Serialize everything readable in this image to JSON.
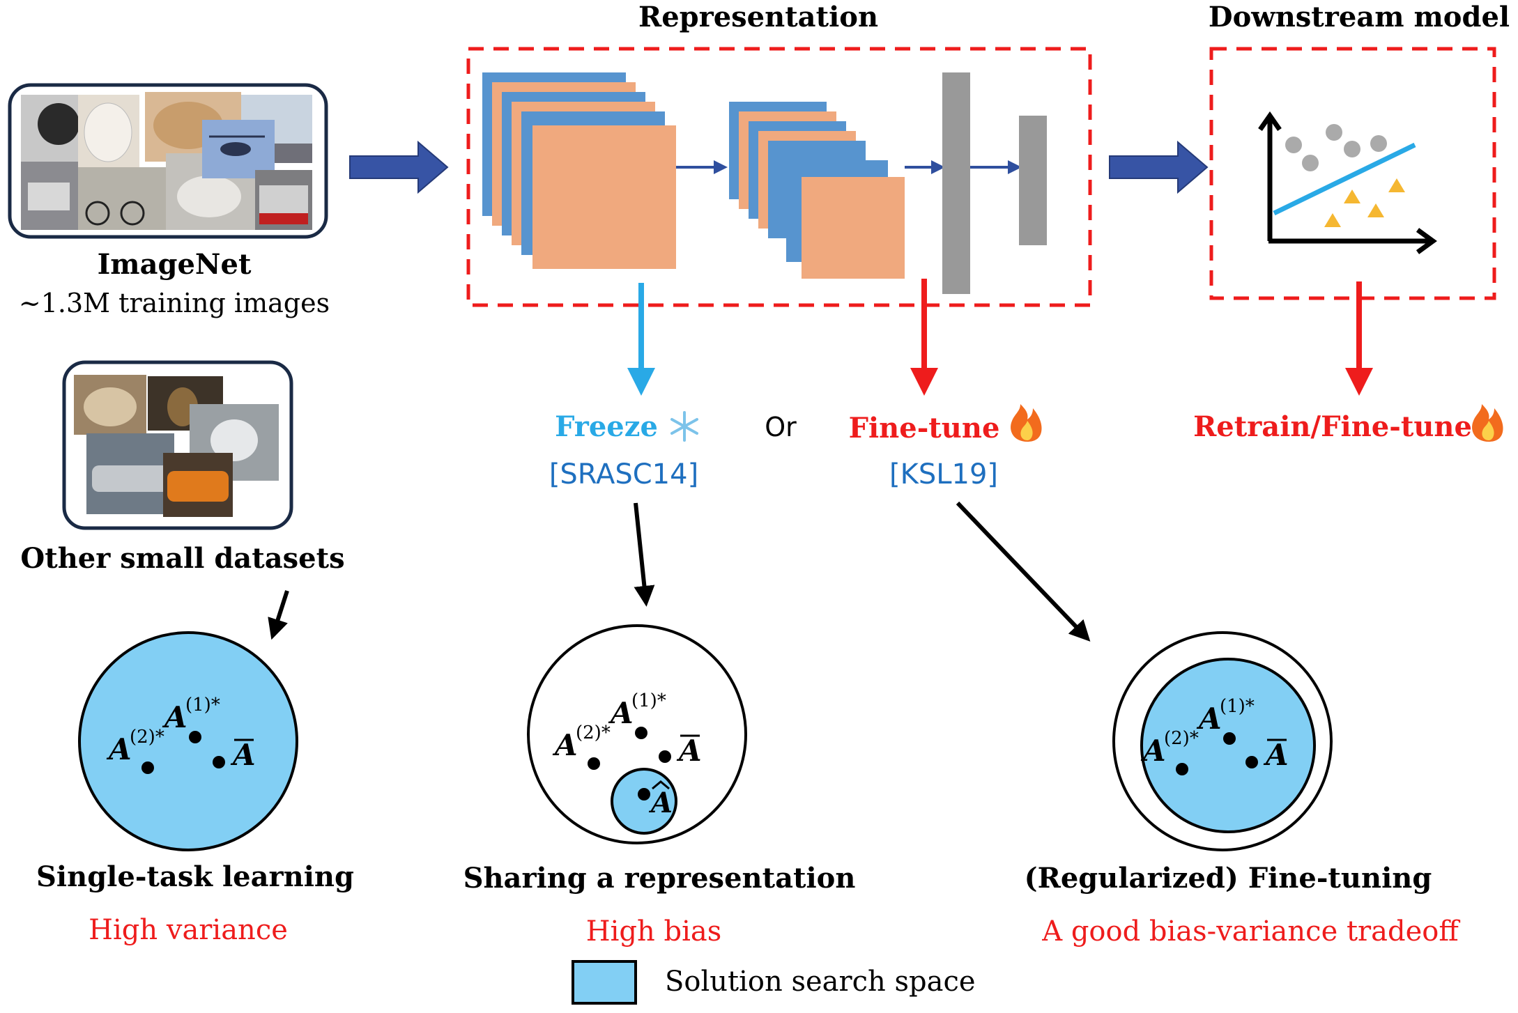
{
  "representation": {
    "title": "Representation"
  },
  "downstream": {
    "title": "Downstream model"
  },
  "imagenet": {
    "name": "ImageNet",
    "subtitle": "~1.3M training images"
  },
  "small_datasets": {
    "name": "Other small datasets"
  },
  "options": {
    "freeze": {
      "label": "Freeze",
      "icon": "snowflake-icon",
      "citation": "[SRASC14]"
    },
    "or": "Or",
    "finetune": {
      "label": "Fine-tune",
      "icon": "fire-icon",
      "citation": "[KSL19]"
    },
    "retrain": {
      "label": "Retrain/Fine-tune",
      "icon": "fire-icon"
    }
  },
  "panels": [
    {
      "title": "Single-task learning",
      "verdict": "High variance"
    },
    {
      "title": "Sharing a representation",
      "verdict": "High bias"
    },
    {
      "title": "(Regularized) Fine-tuning",
      "verdict": "A good bias-variance tradeoff"
    }
  ],
  "math": {
    "a1": "A",
    "a1_sup": "(1)*",
    "a2": "A",
    "a2_sup": "(2)*",
    "abar": "A",
    "ahat": "A"
  },
  "legend": {
    "label": "Solution search space"
  },
  "colors": {
    "red": "#ee1c1c",
    "blue_text": "#1e6fbf",
    "freeze_blue": "#29a9e6",
    "search_space": "#82cff4",
    "layer_blue": "#5794cf",
    "layer_orange": "#f0a97e",
    "layer_gray": "#999999",
    "arrow_navy": "#2f4f9e",
    "gold": "#f5b731"
  }
}
